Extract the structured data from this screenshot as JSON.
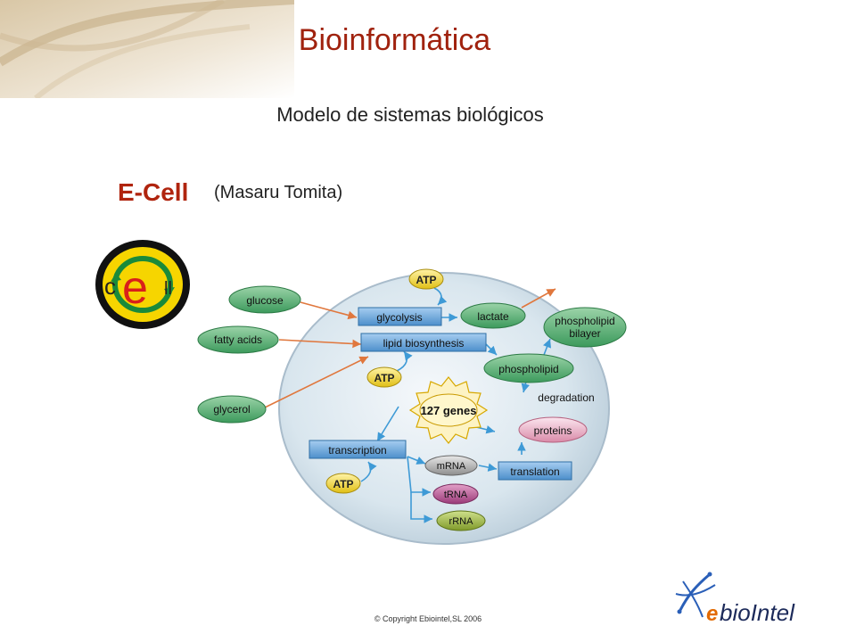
{
  "slide": {
    "title": "Bioinformática",
    "subtitle": "Modelo de sistemas biológicos",
    "model_name": "E-Cell",
    "author": "(Masaru Tomita)",
    "copyright": "© Copyright Ebiointel,SL 2006"
  },
  "logo": {
    "letters": [
      "c",
      "e",
      "ll"
    ]
  },
  "diagram": {
    "outside": [
      "glucose",
      "fatty acids",
      "glycerol"
    ],
    "atp_label": "ATP",
    "processes": [
      "glycolysis",
      "lipid biosynthesis",
      "transcription",
      "translation"
    ],
    "molecules": [
      "lactate",
      "phospholipid",
      "phospholipid bilayer",
      "proteins",
      "mRNA",
      "tRNA",
      "rRNA"
    ],
    "genes": "127 genes",
    "degradation": "degradation",
    "bilayer_line1": "phospholipid",
    "bilayer_line2": "bilayer"
  },
  "brand": {
    "name_e": "e",
    "name_rest": "bioIntel"
  },
  "colors": {
    "title": "#a0220e",
    "ecell": "#b0240e",
    "process_box": "#6ea9dc",
    "atp": "#f2d538",
    "arrow_in": "#e0773d",
    "arrow_out": "#3e9ad6"
  }
}
